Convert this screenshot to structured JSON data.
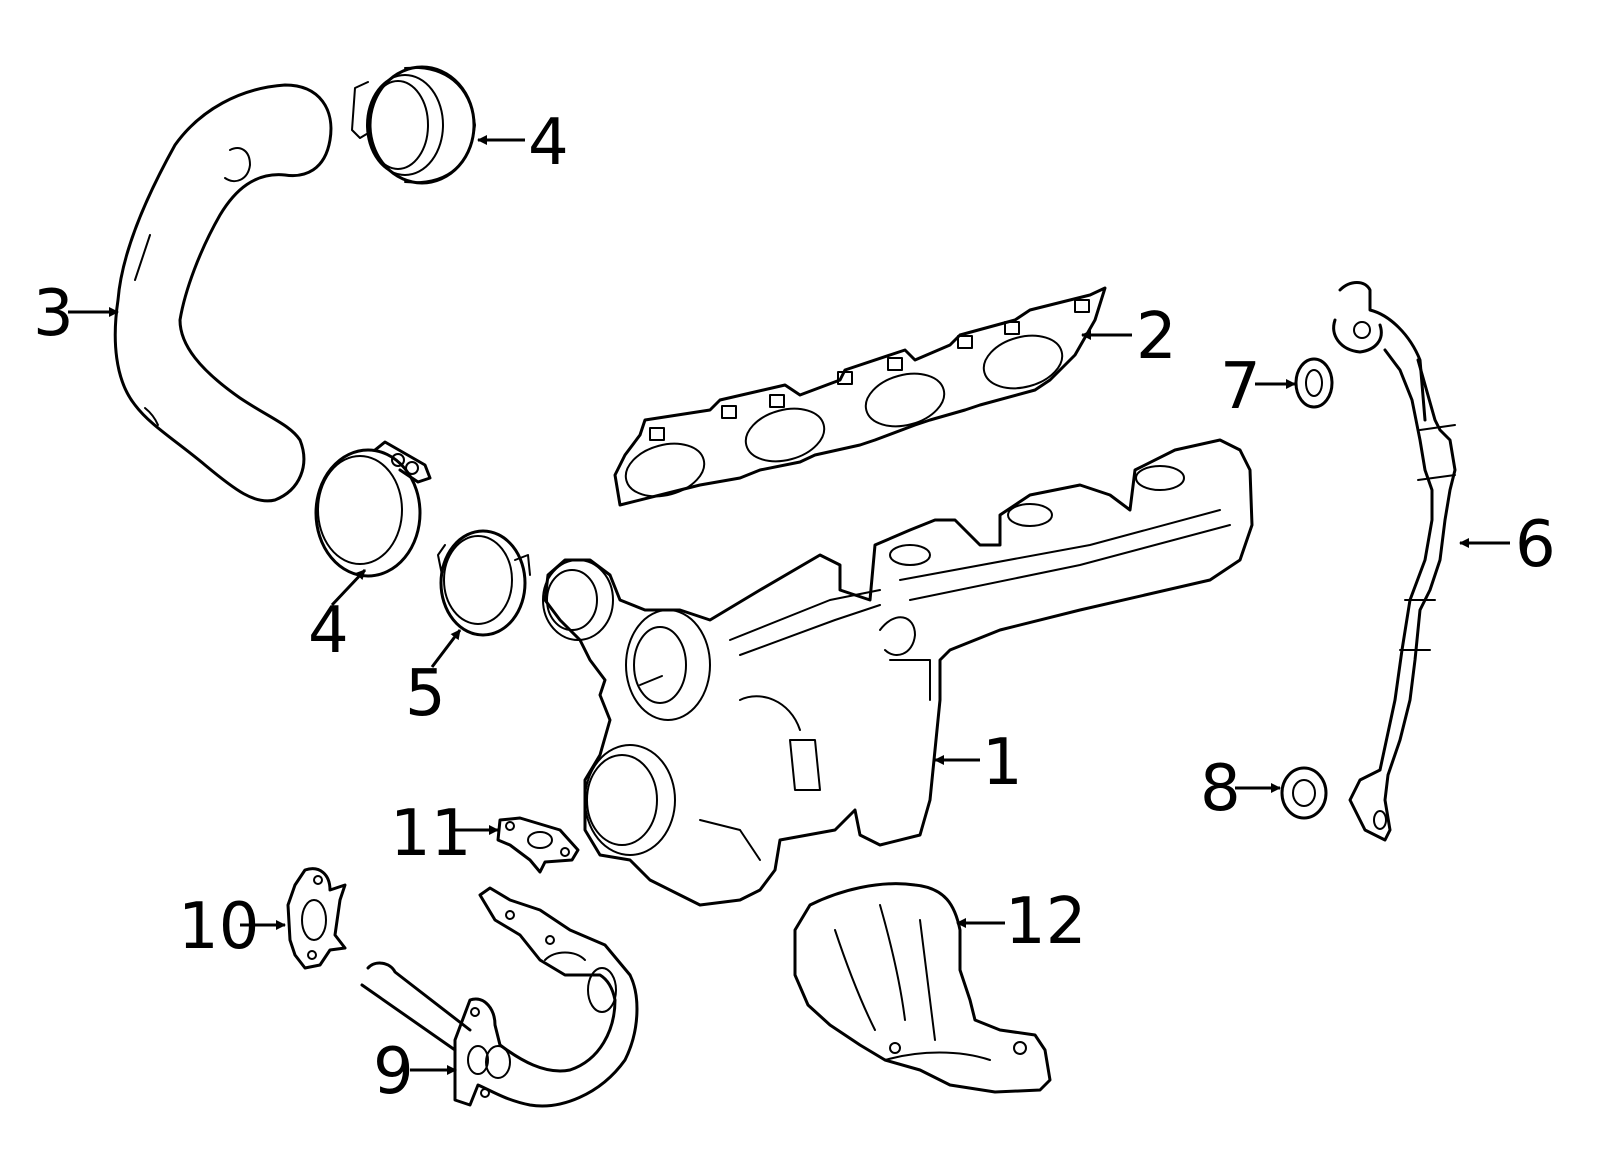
{
  "callouts": [
    {
      "id": "1",
      "text": "1"
    },
    {
      "id": "2",
      "text": "2"
    },
    {
      "id": "3",
      "text": "3"
    },
    {
      "id": "4a",
      "text": "4"
    },
    {
      "id": "4b",
      "text": "4"
    },
    {
      "id": "5",
      "text": "5"
    },
    {
      "id": "6",
      "text": "6"
    },
    {
      "id": "7",
      "text": "7"
    },
    {
      "id": "8",
      "text": "8"
    },
    {
      "id": "9",
      "text": "9"
    },
    {
      "id": "10",
      "text": "10"
    },
    {
      "id": "11",
      "text": "11"
    },
    {
      "id": "12",
      "text": "12"
    }
  ]
}
